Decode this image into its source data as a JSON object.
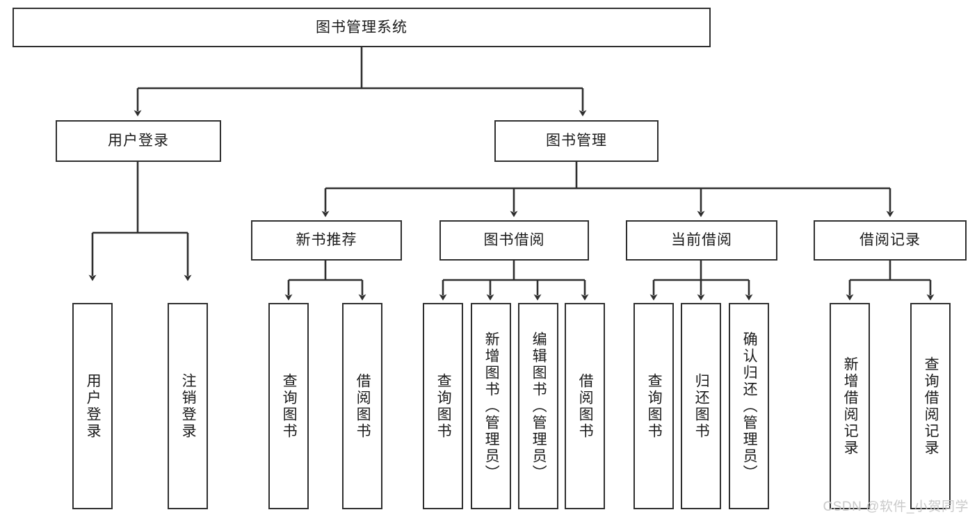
{
  "diagram": {
    "type": "tree",
    "title": "图书管理系统",
    "watermark": "CSDN @软件_小贺同学",
    "colors": {
      "stroke": "#2e2e2e",
      "box_fill": "#ffffff",
      "text": "#1a1a1a",
      "watermark": "#c9c9c9",
      "background": "#ffffff"
    },
    "nodes": {
      "root": {
        "label": "图书管理系统"
      },
      "level2": [
        {
          "id": "user-login",
          "label": "用户登录"
        },
        {
          "id": "book-manage",
          "label": "图书管理"
        }
      ],
      "level3": [
        {
          "id": "new-book-recommend",
          "label": "新书推荐"
        },
        {
          "id": "book-borrow",
          "label": "图书借阅"
        },
        {
          "id": "current-borrow",
          "label": "当前借阅"
        },
        {
          "id": "borrow-record",
          "label": "借阅记录"
        }
      ],
      "leaves": {
        "user-login": [
          {
            "id": "leaf-user-login",
            "label": "用户登录"
          },
          {
            "id": "leaf-logout-login",
            "label": "注销登录"
          }
        ],
        "new-book-recommend": [
          {
            "id": "leaf-query-book-1",
            "label": "查询图书"
          },
          {
            "id": "leaf-borrow-book-1",
            "label": "借阅图书"
          }
        ],
        "book-borrow": [
          {
            "id": "leaf-query-book-2",
            "label": "查询图书"
          },
          {
            "id": "leaf-add-book",
            "label": "新增图书（管理员）"
          },
          {
            "id": "leaf-edit-book",
            "label": "编辑图书（管理员）"
          },
          {
            "id": "leaf-borrow-book-2",
            "label": "借阅图书"
          }
        ],
        "current-borrow": [
          {
            "id": "leaf-query-book-3",
            "label": "查询图书"
          },
          {
            "id": "leaf-return-book",
            "label": "归还图书"
          },
          {
            "id": "leaf-confirm-return",
            "label": "确认归还（管理员）"
          }
        ],
        "borrow-record": [
          {
            "id": "leaf-add-record",
            "label": "新增借阅记录"
          },
          {
            "id": "leaf-query-record",
            "label": "查询借阅记录"
          }
        ]
      }
    }
  }
}
